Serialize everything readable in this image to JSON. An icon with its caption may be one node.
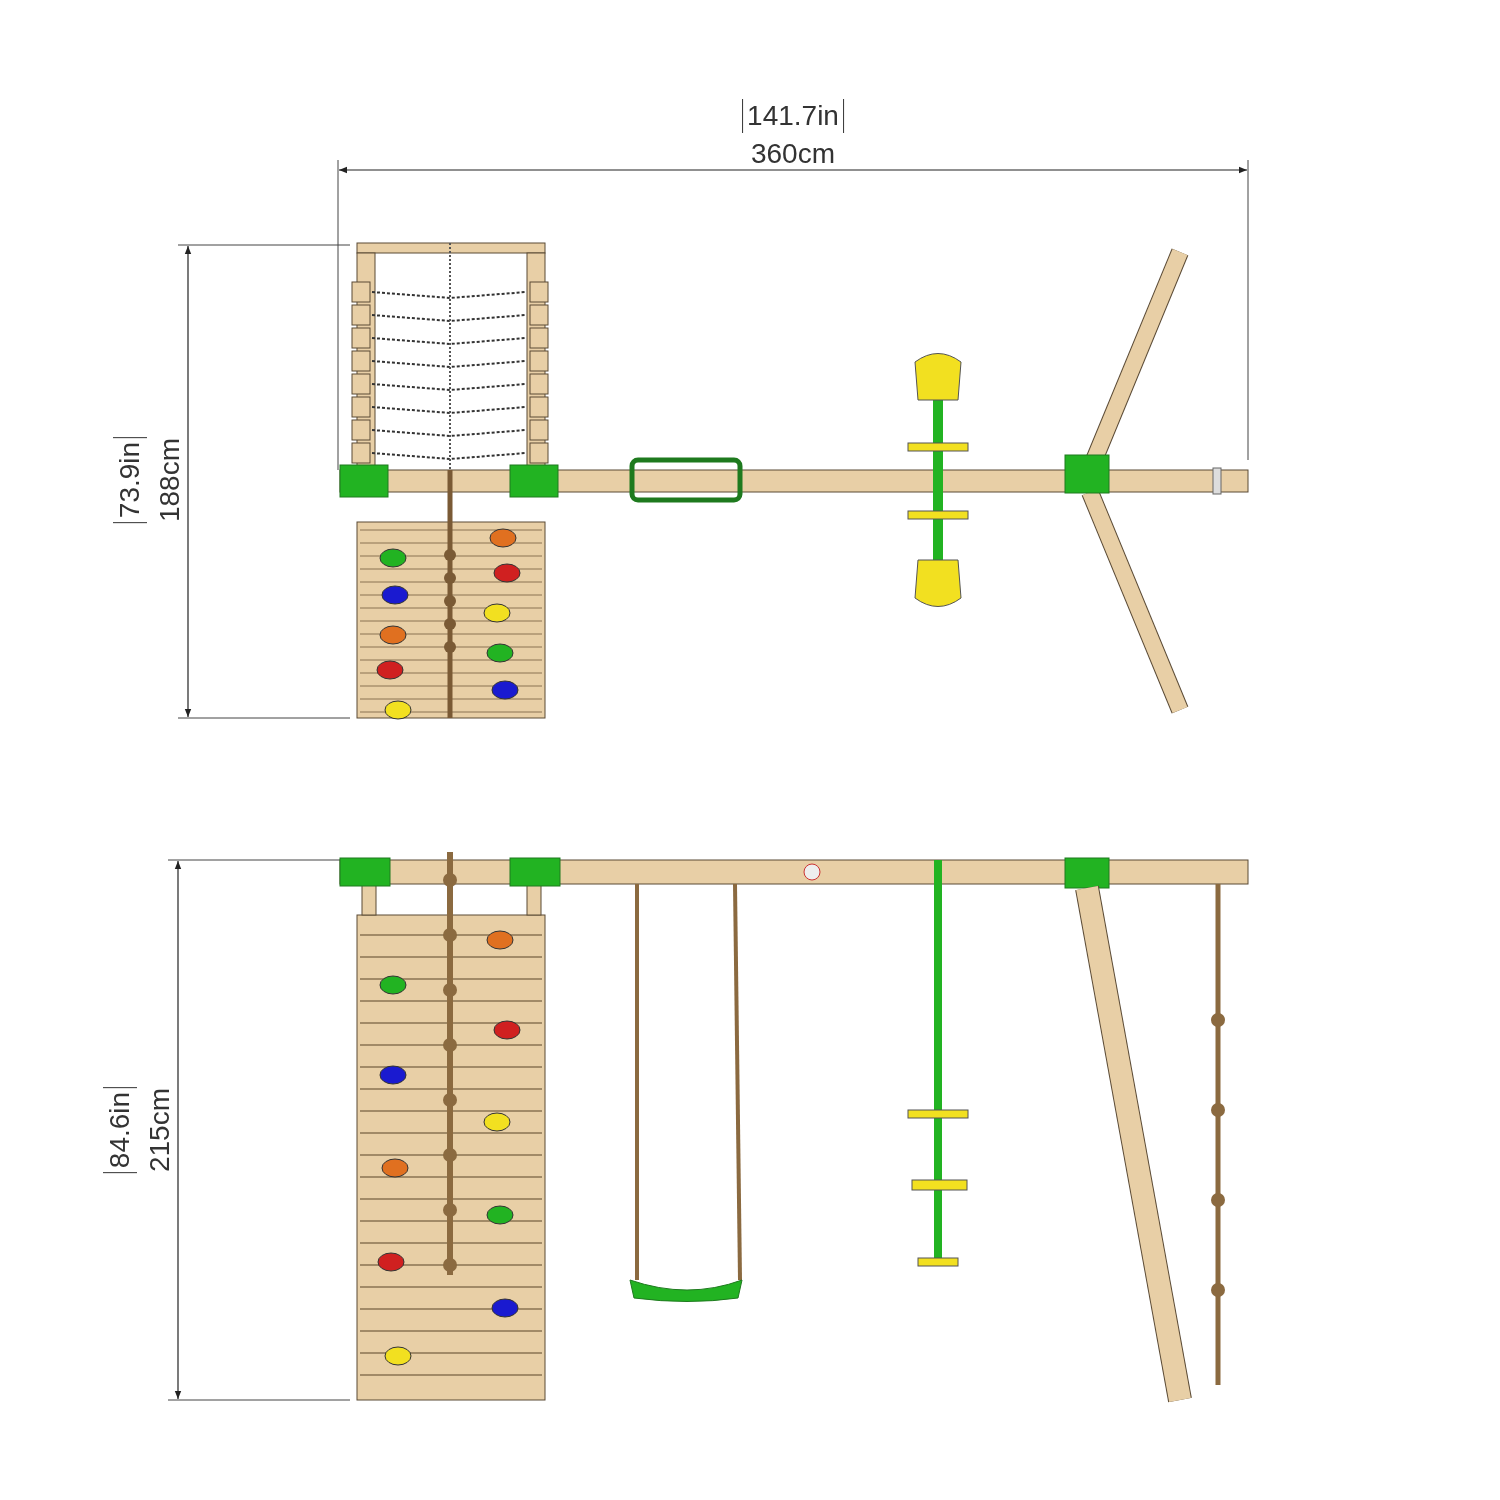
{
  "diagram": {
    "labels": [
      "141.7in",
      "360cm",
      "73.9in",
      "188cm",
      "84.6in",
      "215cm"
    ]
  }
}
